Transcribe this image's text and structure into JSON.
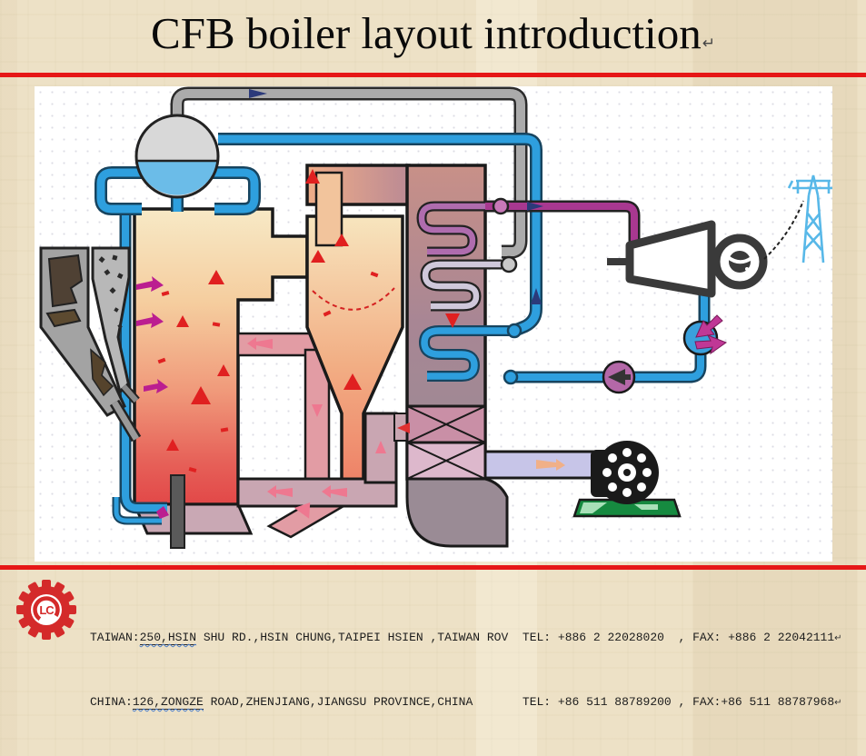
{
  "slide": {
    "title": "CFB boiler layout introduction",
    "title_mark": "↵"
  },
  "colors": {
    "background": "#EDE1C6",
    "accent_rule_red": "#E61717",
    "title_text": "#0A0A0A",
    "footer_text": "#1C1C1C",
    "spellcheck_wavy": "#4A7CC8",
    "logo_red": "#D42A2A",
    "water_pipe_blue": "#2E9FDE",
    "steam_pipe_gray": "#ABABAB",
    "main_steam_magenta": "#A83890",
    "flame_red": "#E02020",
    "tower_blue": "#58B8E8"
  },
  "footer": {
    "logo_letters": "LC",
    "rows": [
      {
        "prefix": "TAIWAN:",
        "underlined": "250,HSIN",
        "rest": " SHU RD.,HSIN CHUNG,TAIPEI HSIEN ,TAIWAN ROV  ",
        "contact": "TEL: +886 2 22028020  , FAX: +886 2 22042111",
        "mark": "↵"
      },
      {
        "prefix": "CHINA:",
        "underlined": "126,ZONGZE",
        "rest": " ROAD,ZHENJIANG,JIANGSU PROVINCE,CHINA       ",
        "contact": "TEL: +86 511 88789200 , FAX:+86 511 88787968",
        "mark": "↵"
      }
    ]
  },
  "diagram": {
    "description": "CFB boiler flow schematic",
    "components": [
      "steam-drum",
      "downcomers",
      "furnace",
      "coal-hopper",
      "limestone-hopper",
      "cyclone-separator",
      "vortex-finder",
      "crossover-duct",
      "backpass",
      "superheater-coil-2",
      "superheater-coil-1",
      "economizer-coil",
      "air-preheater",
      "primary-air-duct",
      "air-fan",
      "bottom-ash-pipe",
      "main-steam-line",
      "feedwater-line",
      "steam-turbine",
      "generator",
      "transmission-tower",
      "condenser",
      "feedwater-pump"
    ]
  }
}
